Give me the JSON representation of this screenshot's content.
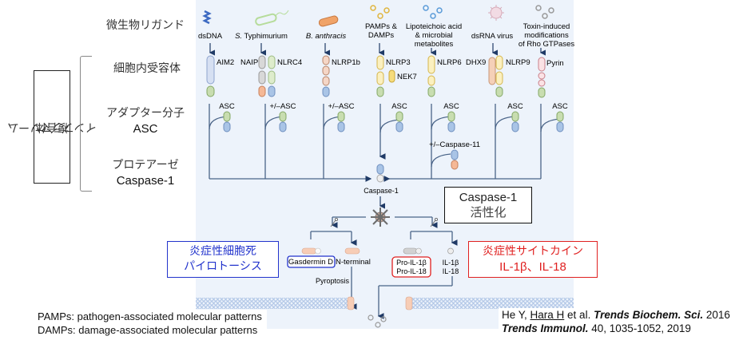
{
  "row_labels": {
    "ligand": "微生物リガンド",
    "receptor": "細胞内受容体",
    "adaptor_jp": "アダプター分子",
    "adaptor_en": "ASC",
    "protease_jp": "プロテアーゼ",
    "protease_en": "Caspase-1"
  },
  "inflammasome_box": {
    "line1": "インフラマソーム",
    "line2": "複合体"
  },
  "ligands": [
    {
      "label": "dsDNA",
      "italic": false
    },
    {
      "label": "S. Typhimurium",
      "italic_part": "S.",
      "rest": " Typhimurium"
    },
    {
      "label": "B. anthracis",
      "italic": true
    },
    {
      "label": "PAMPs &",
      "label2": "DAMPs"
    },
    {
      "label": "Lipoteichoic acid",
      "label2": "& microbial",
      "label3": "metabolites"
    },
    {
      "label": "dsRNA virus"
    },
    {
      "label": "Toxin-induced",
      "label2": "modifications",
      "label3": "of Rho GTPases"
    }
  ],
  "receptors": {
    "aim2": "AIM2",
    "naip": "NAIP",
    "nlrc4": "NLRC4",
    "nlrp1b": "NLRP1b",
    "nlrp3": "NLRP3",
    "nek7": "NEK7",
    "nlrp6": "NLRP6",
    "dhx9": "DHX9",
    "nlrp9": "NLRP9",
    "pyrin": "Pyrin"
  },
  "adaptors": [
    "ASC",
    "+/–ASC",
    "+/–ASC",
    "ASC",
    "ASC",
    "ASC",
    "ASC"
  ],
  "caspase11_label": "+/–Caspase-11",
  "caspase1_label": "Caspase-1",
  "outputs": {
    "gasdermin_d": "Gasdermin D",
    "n_terminal": "N-terminal",
    "pyroptosis": "Pyroptosis",
    "pro_il1b": "Pro-IL-1β",
    "pro_il18": "Pro-IL-18",
    "il1b": "IL-1β",
    "il18": "IL-18"
  },
  "callouts": {
    "activation_line1": "Caspase-1",
    "activation_line2": "活性化",
    "pyroptosis_line1": "炎症性細胞死",
    "pyroptosis_line2": "パイロトーシス",
    "cytokine_line1": "炎症性サイトカイン",
    "cytokine_line2": "IL-1β、IL-18"
  },
  "footnotes": {
    "pamps": "PAMPs: pathogen-associated molecular patterns",
    "damps": "DAMPs: damage-associated molecular patterns"
  },
  "reference": {
    "authors_prefix": "He Y, ",
    "authors_underlined": "Hara H",
    "authors_suffix": "  et al. ",
    "journal1": "Trends Biochem. Sci.",
    "year1": " 2016",
    "journal2": "Trends Immunol.",
    "citation2": " 40, 1035-1052, 2019"
  },
  "colors": {
    "panel_bg": "#edf3fb",
    "line": "#4a6488",
    "arrow": "#1f3a66",
    "blue_domain": "#a9c4e6",
    "green_domain": "#c8ddb0",
    "peach_domain": "#f5c8a8",
    "yellow_domain": "#f8e7a4",
    "pink_domain": "#f5d2d6",
    "grey_domain": "#d4d4d4",
    "callout_blue": "#2233cc",
    "callout_red": "#e02020"
  }
}
